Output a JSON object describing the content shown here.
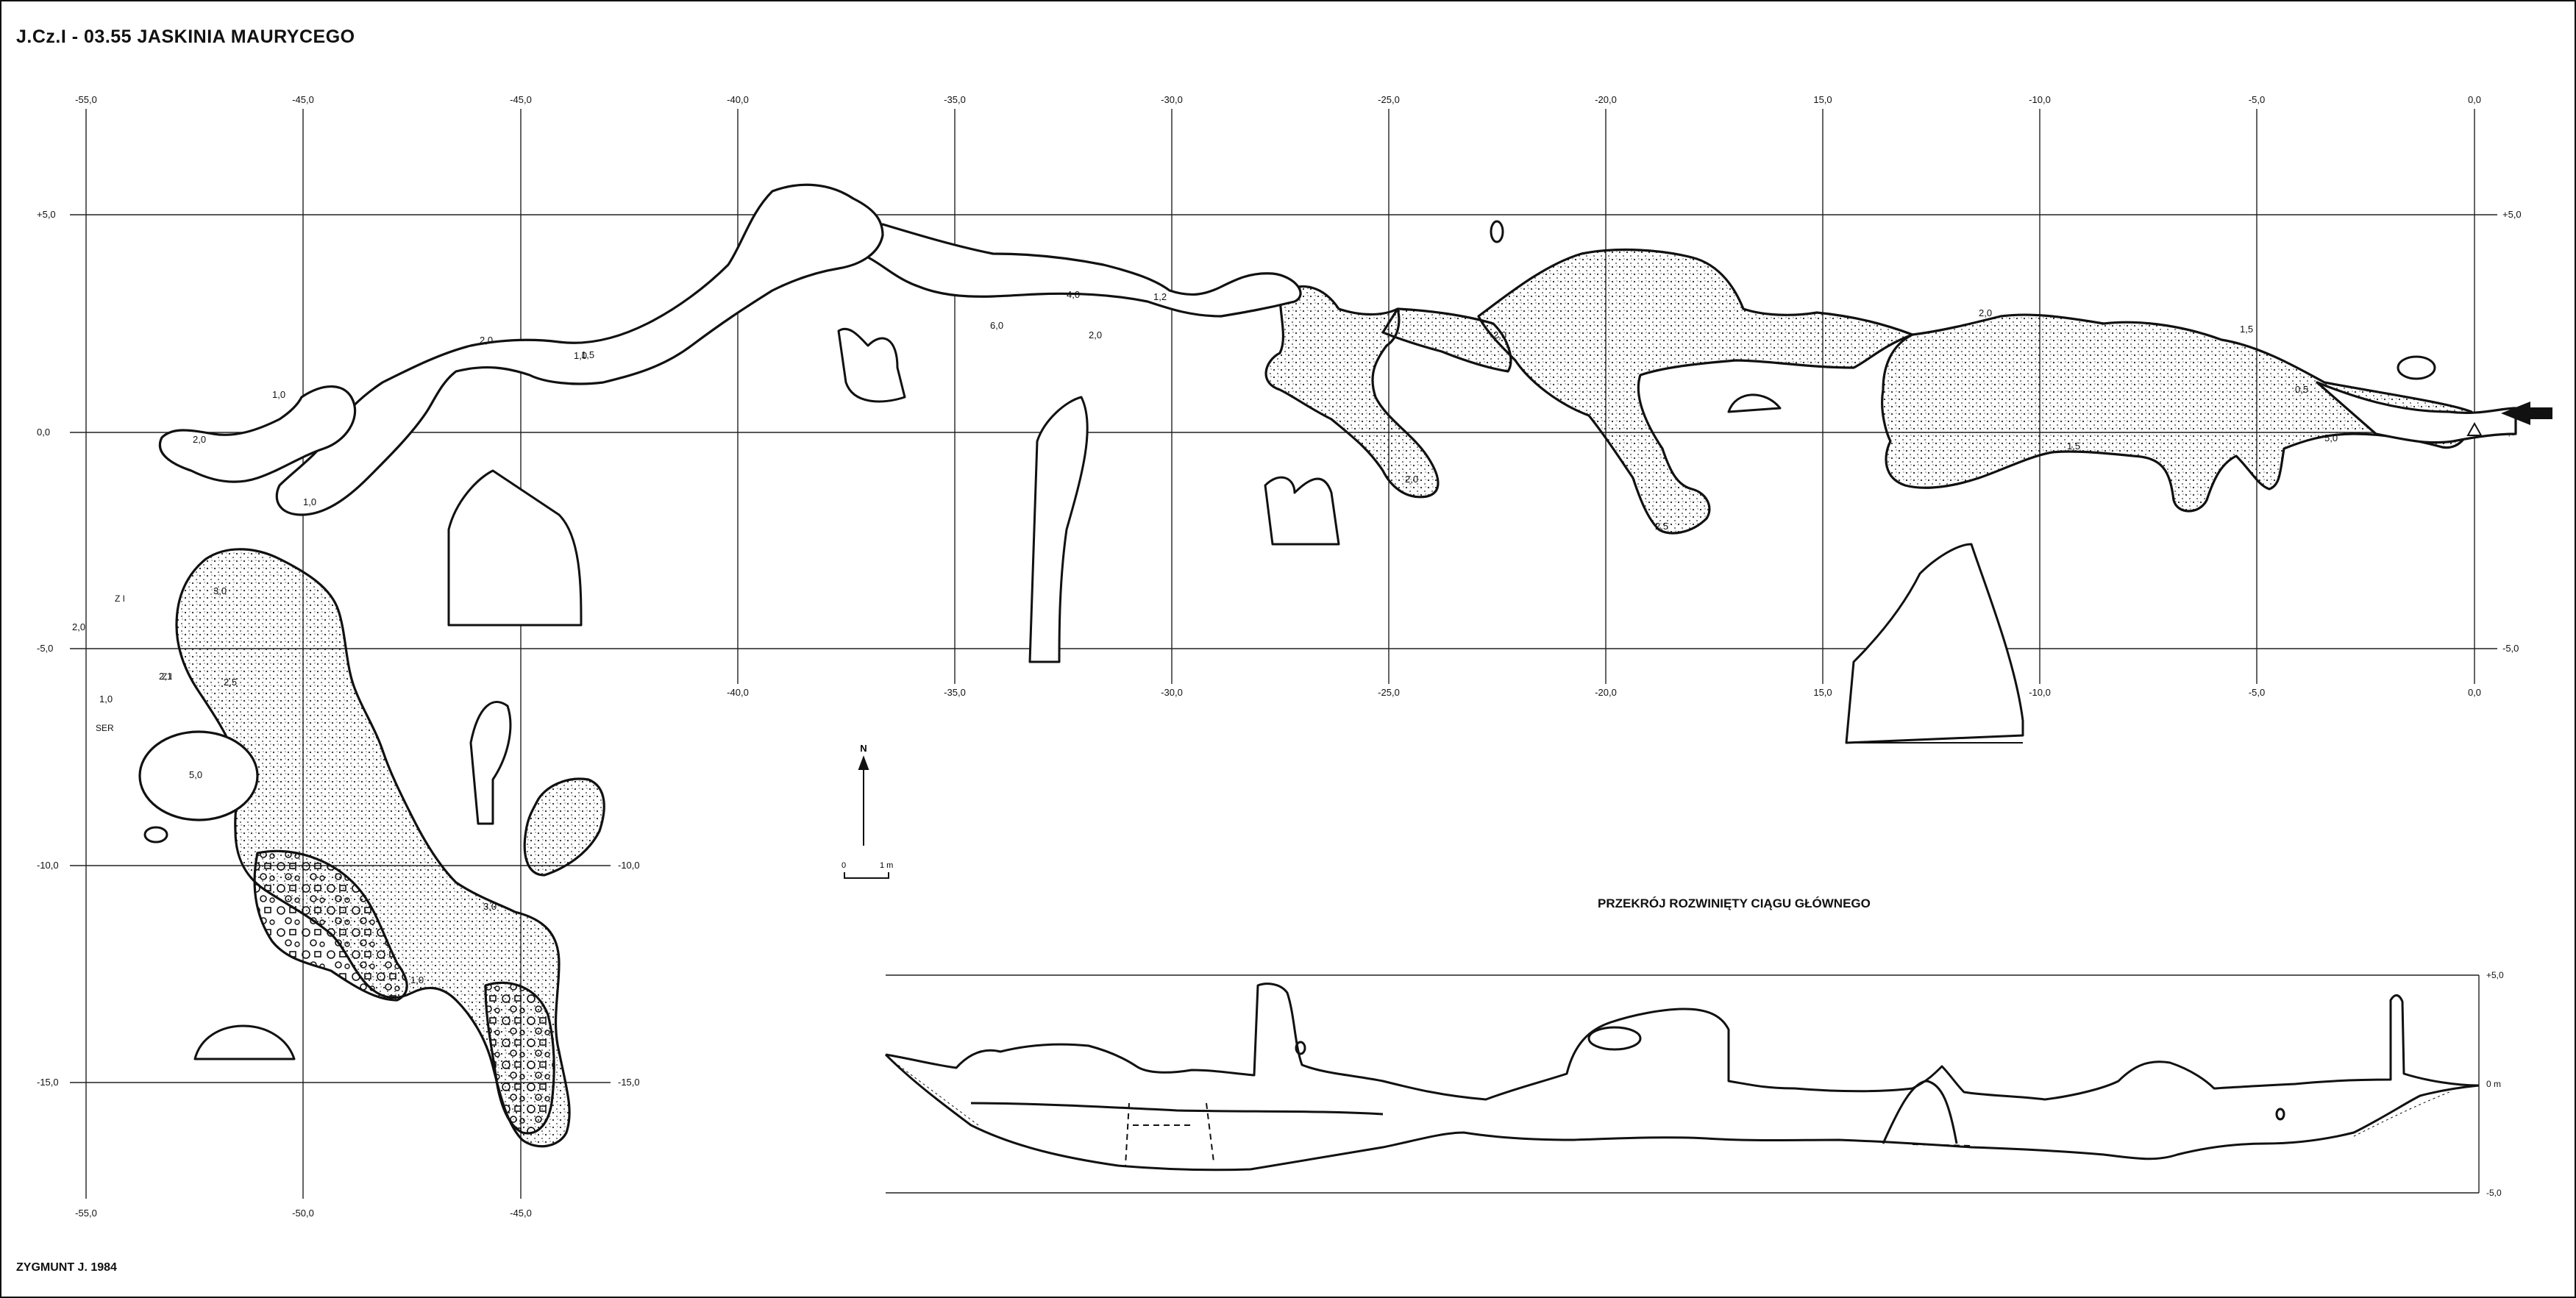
{
  "title": "J.Cz.I - 03.55  JASKINIA MAURYCEGO",
  "author": "ZYGMUNT J. 1984",
  "section_title": "PRZEKRÓJ ROZWINIĘTY CIĄGU GŁÓWNEGO",
  "plan": {
    "x_ticks_top": [
      "-55,0",
      "-45,0",
      "-45,0",
      "-40,0",
      "-35,0",
      "-30,0",
      "-25,0",
      "-20,0",
      "15,0",
      "-10,0",
      "-5,0",
      "0,0"
    ],
    "x_ticks_mid": [
      "-40,0",
      "-35,0",
      "-30,0",
      "-25,0",
      "-20,0",
      "15,0",
      "-10,0",
      "-5,0",
      "0,0"
    ],
    "x_ticks_bottom": [
      "-55,0",
      "-50,0",
      "-45,0"
    ],
    "y_ticks_left": [
      "+5,0",
      "0,0",
      "-5,0",
      "-10,0",
      "-15,0"
    ],
    "y_ticks_right": [
      "+5,0",
      "0,0",
      "-5,0",
      "-10,0",
      "-15,0"
    ],
    "depth_labels": [
      "2,0",
      "1,0",
      "1,5",
      "0,5",
      "5,0",
      "1,5",
      "2,0",
      "2,5",
      "1,5",
      "2,0",
      "4,0",
      "6,0",
      "1,2",
      "2,0",
      "1,0",
      "2,0",
      "1,0",
      "3,0",
      "2,5",
      "2,0",
      "1,0",
      "5,0",
      "3,0",
      "1,0",
      "2,1",
      "2,0"
    ],
    "marks": {
      "zi": "Z I",
      "zi2": "Z I",
      "ser": "SER"
    },
    "scale": {
      "zero": "0",
      "one": "1 m"
    },
    "north": "N"
  },
  "section": {
    "y_ticks": [
      "+5,0",
      "0 m",
      "-5,0"
    ]
  },
  "colors": {
    "ink": "#111111",
    "paper": "#ffffff"
  }
}
